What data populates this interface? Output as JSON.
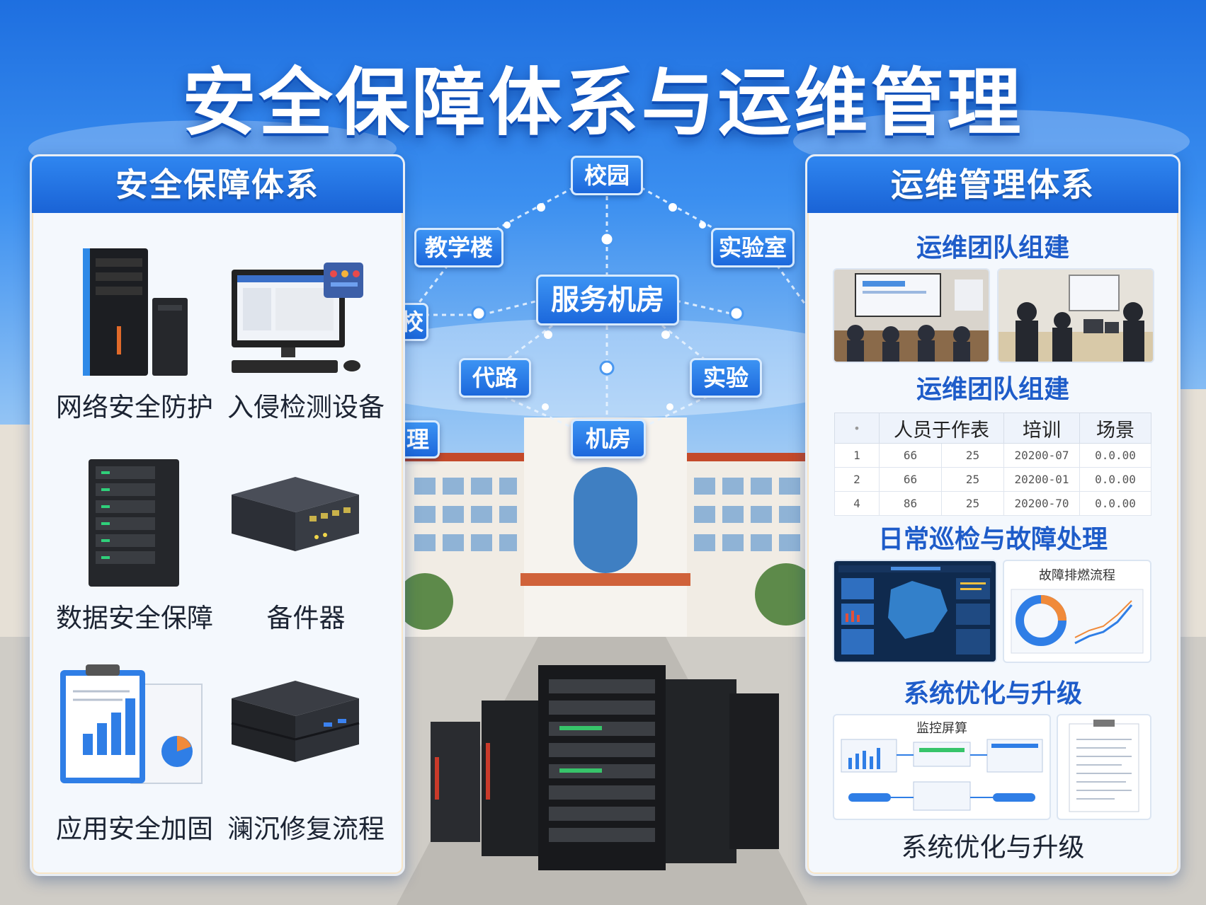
{
  "title": "安全保障体系与运维管理",
  "left_panel": {
    "heading": "安全保障体系",
    "tiles": [
      {
        "label": "网络安全防护",
        "icon": "server-tower-icon"
      },
      {
        "label": "入侵检测设备",
        "icon": "computer-monitor-icon"
      },
      {
        "label": "数据安全保障",
        "icon": "rack-server-icon"
      },
      {
        "label": "备件器",
        "icon": "network-switch-icon"
      },
      {
        "label": "应用安全加固",
        "icon": "report-clipboard-icon"
      },
      {
        "label": "澜沉修复流程",
        "icon": "mini-pc-icon"
      }
    ]
  },
  "network": {
    "center": "服务机房",
    "nodes": [
      "校园",
      "教学楼",
      "实验室",
      "校",
      "代路",
      "实验",
      "理",
      "机房"
    ]
  },
  "right_panel": {
    "heading": "运维管理体系",
    "section1": "运维团队组建",
    "section2": "运维团队组建",
    "table": {
      "headers": [
        "•",
        "人员于作表",
        "培训",
        "场景"
      ],
      "rows": [
        [
          "1",
          "66",
          "25",
          "20200-07",
          "0.0.00"
        ],
        [
          "2",
          "66",
          "25",
          "20200-01",
          "0.0.00"
        ],
        [
          "4",
          "86",
          "25",
          "20200-70",
          "0.0.00"
        ]
      ]
    },
    "section3": "日常巡检与故障处理",
    "flow_card_title": "故障排燃流程",
    "section4": "系统优化与升级",
    "monitor_card_title": "监控屏算",
    "footer": "系统优化与升级"
  },
  "colors": {
    "accent": "#1a63d6",
    "title_text": "#ffffff",
    "section_text": "#1e5cc9"
  }
}
